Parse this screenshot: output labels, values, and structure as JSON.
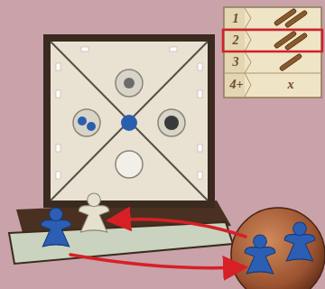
{
  "diagram": {
    "labels": [
      "1",
      "2",
      "3",
      "4+",
      "x"
    ]
  }
}
